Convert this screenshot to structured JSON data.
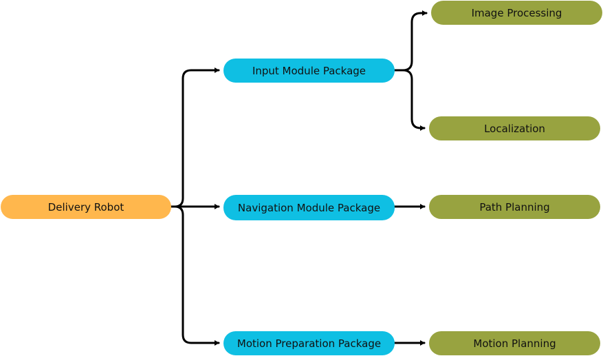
{
  "nodes": {
    "root": {
      "label": "Delivery Robot"
    },
    "input_package": {
      "label": "Input Module Package"
    },
    "navigation_package": {
      "label": "Navigation Module Package"
    },
    "motion_package": {
      "label": "Motion Preparation Package"
    },
    "image_processing": {
      "label": "Image Processing"
    },
    "localization": {
      "label": "Localization"
    },
    "path_planning": {
      "label": "Path Planning"
    },
    "motion_planning": {
      "label": "Motion Planning"
    }
  },
  "edges": [
    {
      "from": "root",
      "to": "input_package"
    },
    {
      "from": "root",
      "to": "navigation_package"
    },
    {
      "from": "root",
      "to": "motion_package"
    },
    {
      "from": "input_package",
      "to": "image_processing"
    },
    {
      "from": "input_package",
      "to": "localization"
    },
    {
      "from": "navigation_package",
      "to": "path_planning"
    },
    {
      "from": "motion_package",
      "to": "motion_planning"
    }
  ],
  "colors": {
    "root": "#ffb74d",
    "package": "#0fbfe3",
    "leaf": "#98a340",
    "connector": "#000000"
  }
}
